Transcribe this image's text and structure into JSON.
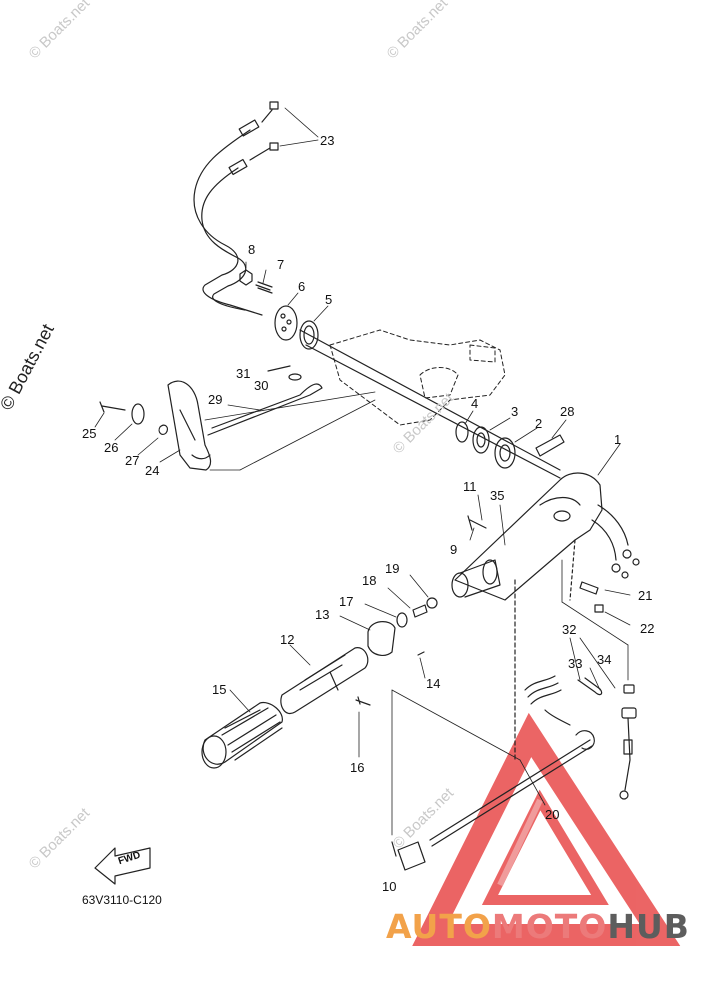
{
  "diagram": {
    "code": "63V3110-C120",
    "fwd_label": "FWD",
    "part_numbers": [
      {
        "id": "p1",
        "n": "1"
      },
      {
        "id": "p2",
        "n": "2"
      },
      {
        "id": "p3",
        "n": "3"
      },
      {
        "id": "p4",
        "n": "4"
      },
      {
        "id": "p5",
        "n": "5"
      },
      {
        "id": "p6",
        "n": "6"
      },
      {
        "id": "p7",
        "n": "7"
      },
      {
        "id": "p8",
        "n": "8"
      },
      {
        "id": "p9",
        "n": "9"
      },
      {
        "id": "p10",
        "n": "10"
      },
      {
        "id": "p11",
        "n": "11"
      },
      {
        "id": "p12",
        "n": "12"
      },
      {
        "id": "p13",
        "n": "13"
      },
      {
        "id": "p14",
        "n": "14"
      },
      {
        "id": "p15",
        "n": "15"
      },
      {
        "id": "p16",
        "n": "16"
      },
      {
        "id": "p17",
        "n": "17"
      },
      {
        "id": "p18",
        "n": "18"
      },
      {
        "id": "p19",
        "n": "19"
      },
      {
        "id": "p20",
        "n": "20"
      },
      {
        "id": "p21",
        "n": "21"
      },
      {
        "id": "p22",
        "n": "22"
      },
      {
        "id": "p23",
        "n": "23"
      },
      {
        "id": "p24",
        "n": "24"
      },
      {
        "id": "p25",
        "n": "25"
      },
      {
        "id": "p26",
        "n": "26"
      },
      {
        "id": "p27",
        "n": "27"
      },
      {
        "id": "p28",
        "n": "28"
      },
      {
        "id": "p29",
        "n": "29"
      },
      {
        "id": "p30",
        "n": "30"
      },
      {
        "id": "p31",
        "n": "31"
      },
      {
        "id": "p32",
        "n": "32"
      },
      {
        "id": "p33",
        "n": "33"
      },
      {
        "id": "p34",
        "n": "34"
      },
      {
        "id": "p35",
        "n": "35"
      }
    ]
  },
  "watermark": {
    "main": "© Boats.net",
    "faint": "© Boats.net"
  },
  "logo": {
    "part1": "AUTO",
    "part2": "MOTO",
    "part3": "HUB",
    "colors": {
      "auto": "#f2a24a",
      "moto": "#ec7a7a",
      "hub": "#5d5d5d",
      "triangle": "#e84a4a"
    }
  }
}
